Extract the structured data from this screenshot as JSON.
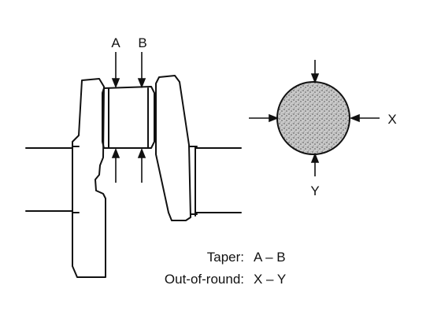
{
  "labels": {
    "a": "A",
    "b": "B",
    "x": "X",
    "y": "Y"
  },
  "legend": {
    "taper_label": "Taper:",
    "taper_value": "A – B",
    "oor_label": "Out-of-round:",
    "oor_value": "X – Y"
  },
  "colors": {
    "line": "#111111",
    "journal_fill": "#b5b5b5",
    "background": "#ffffff"
  }
}
